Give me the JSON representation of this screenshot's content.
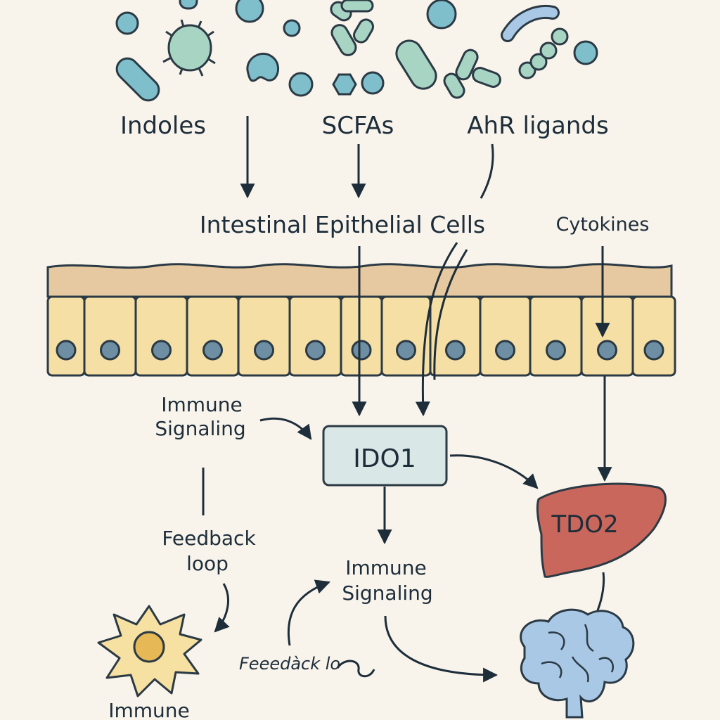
{
  "labels": {
    "indoles": "Indoles",
    "scfas": "SCFAs",
    "ahr_ligands": "AhR ligands",
    "epithelial_cells": "Intestinal Epithelial Cells",
    "cytokines": "Cytokines",
    "immune_signaling_left_line1": "Immune",
    "immune_signaling_left_line2": "Signaling",
    "ido1": "IDO1",
    "tdo2": "TDO2",
    "feedback_loop_line1": "Feedback",
    "feedback_loop_line2": "loop",
    "immune_signaling_center_line1": "Immune",
    "immune_signaling_center_line2": "Signaling",
    "feedback_loop_bottom": "Feeedàck lo",
    "immune_cell_label": "Immune"
  },
  "colors": {
    "background": "#f8f4ec",
    "microbe_blue": "#7fbfcc",
    "microbe_green": "#a8d4c4",
    "mucus_layer": "#e6c9a0",
    "epithelial_cell": "#f5dfa4",
    "nucleus": "#6e8ea3",
    "ido1_box": "#d9e7e6",
    "liver": "#c9675c",
    "brain": "#a9c8e6",
    "immune_cell": "#f6e0a2",
    "immune_cell_core": "#e6b956",
    "arrow": "#1d2d3a"
  }
}
